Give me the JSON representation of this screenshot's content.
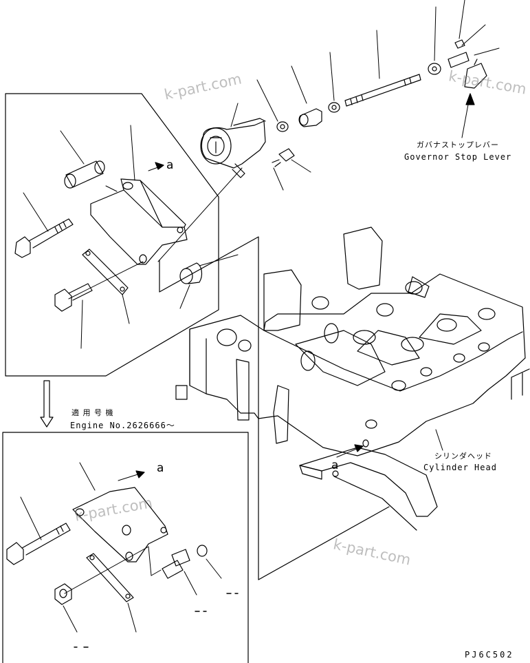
{
  "watermarks": [
    "k-part.com",
    "k-part.com",
    "k-part.com",
    "k-part.com"
  ],
  "labels": {
    "governor_jp": "ガバナストップレバー",
    "governor_en": "Governor Stop Lever",
    "cylinder_jp": "シリンダヘッド",
    "cylinder_en": "Cylinder Head",
    "applicable_jp": "適 用 号 機",
    "engine_no": "Engine No.2626666～",
    "callout_a": "a",
    "drawing_code": "PJ6C502"
  }
}
